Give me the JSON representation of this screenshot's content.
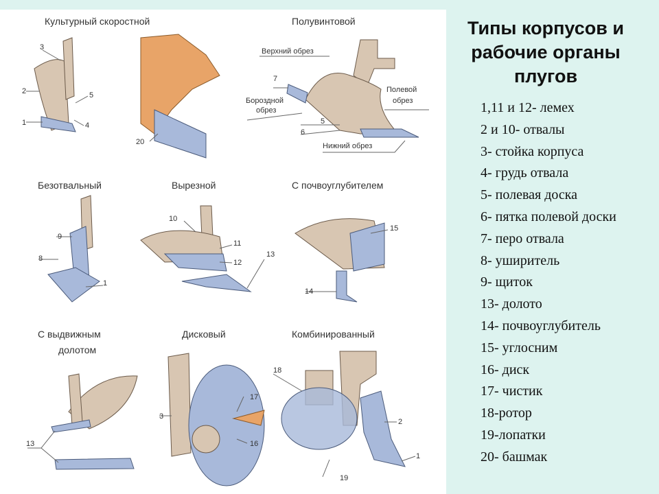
{
  "title": "Типы корпусов и рабочие органы плугов",
  "legend": [
    "1,11 и 12- лемех",
    "2 и 10- отвалы",
    "3- стойка корпуса",
    "4- грудь отвала",
    "5- полевая доска",
    "6- пятка полевой доски",
    "7- перо отвала",
    "8- уширитель",
    "9- щиток",
    "13- долото",
    "14- почвоуглубитель",
    "15- углосним",
    "16- диск",
    "17- чистик",
    "18-ротор",
    "19-лопатки",
    "20- башмак"
  ],
  "diagrams": {
    "cultural": {
      "caption": "Культурный скоростной",
      "labels": [
        "3",
        "2",
        "1",
        "5",
        "4",
        "20"
      ]
    },
    "semi_screw": {
      "caption": "Полувинтовой",
      "labels": [
        "Верхний обрез",
        "7",
        "Бороздной",
        "обрез",
        "5",
        "6",
        "Нижний обрез",
        "Полевой",
        "обрез"
      ]
    },
    "moldboardless": {
      "caption": "Безотвальный",
      "labels": [
        "9",
        "8",
        "1"
      ]
    },
    "cutout": {
      "caption": "Вырезной",
      "labels": [
        "10",
        "11",
        "12",
        "13"
      ]
    },
    "subsoiler": {
      "caption": "С почвоуглубителем",
      "labels": [
        "15",
        "14"
      ]
    },
    "sliding_chisel": {
      "caption": "С выдвижным",
      "caption2": "долотом",
      "labels": [
        "13"
      ]
    },
    "disc": {
      "caption": "Дисковый",
      "labels": [
        "3",
        "17",
        "16"
      ]
    },
    "combined": {
      "caption": "Комбинированный",
      "labels": [
        "18",
        "2",
        "1",
        "19"
      ]
    }
  },
  "colors": {
    "panel": "#ddf3ef",
    "moldboard": "#d8c6b2",
    "share": "#a8b9da",
    "shoe": "#e8a468"
  }
}
